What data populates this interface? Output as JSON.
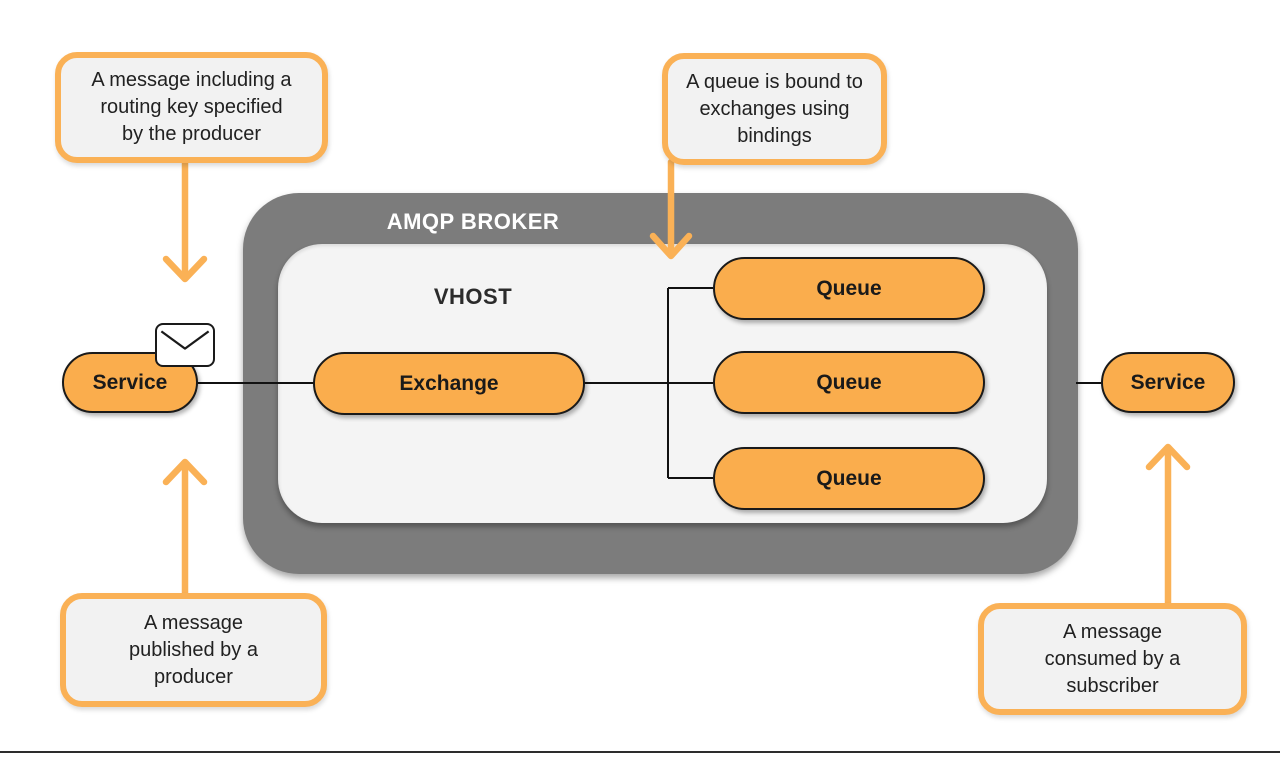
{
  "diagram": {
    "broker_label": "AMQP BROKER",
    "vhost_label": "VHOST",
    "exchange_label": "Exchange",
    "queue_labels": [
      "Queue",
      "Queue",
      "Queue"
    ],
    "producer_service_label": "Service",
    "consumer_service_label": "Service",
    "callouts": {
      "routing_key": "A message including a\nrouting key specified\nby the producer",
      "binding": "A queue is bound to\nexchanges using\nbindings",
      "published": "A message\npublished by a\nproducer",
      "consumed": "A message\nconsumed by a\nsubscriber"
    },
    "icons": {
      "envelope": "✉"
    },
    "colors": {
      "node_fill_orange": "#FAAD4D",
      "accent_orange": "#FAB156",
      "broker_gray": "#7C7C7C",
      "vhost_light": "#F4F4F4",
      "callout_fill": "#F2F2F2",
      "line_black": "#111111",
      "divider_dark": "#2D2D2D"
    }
  }
}
